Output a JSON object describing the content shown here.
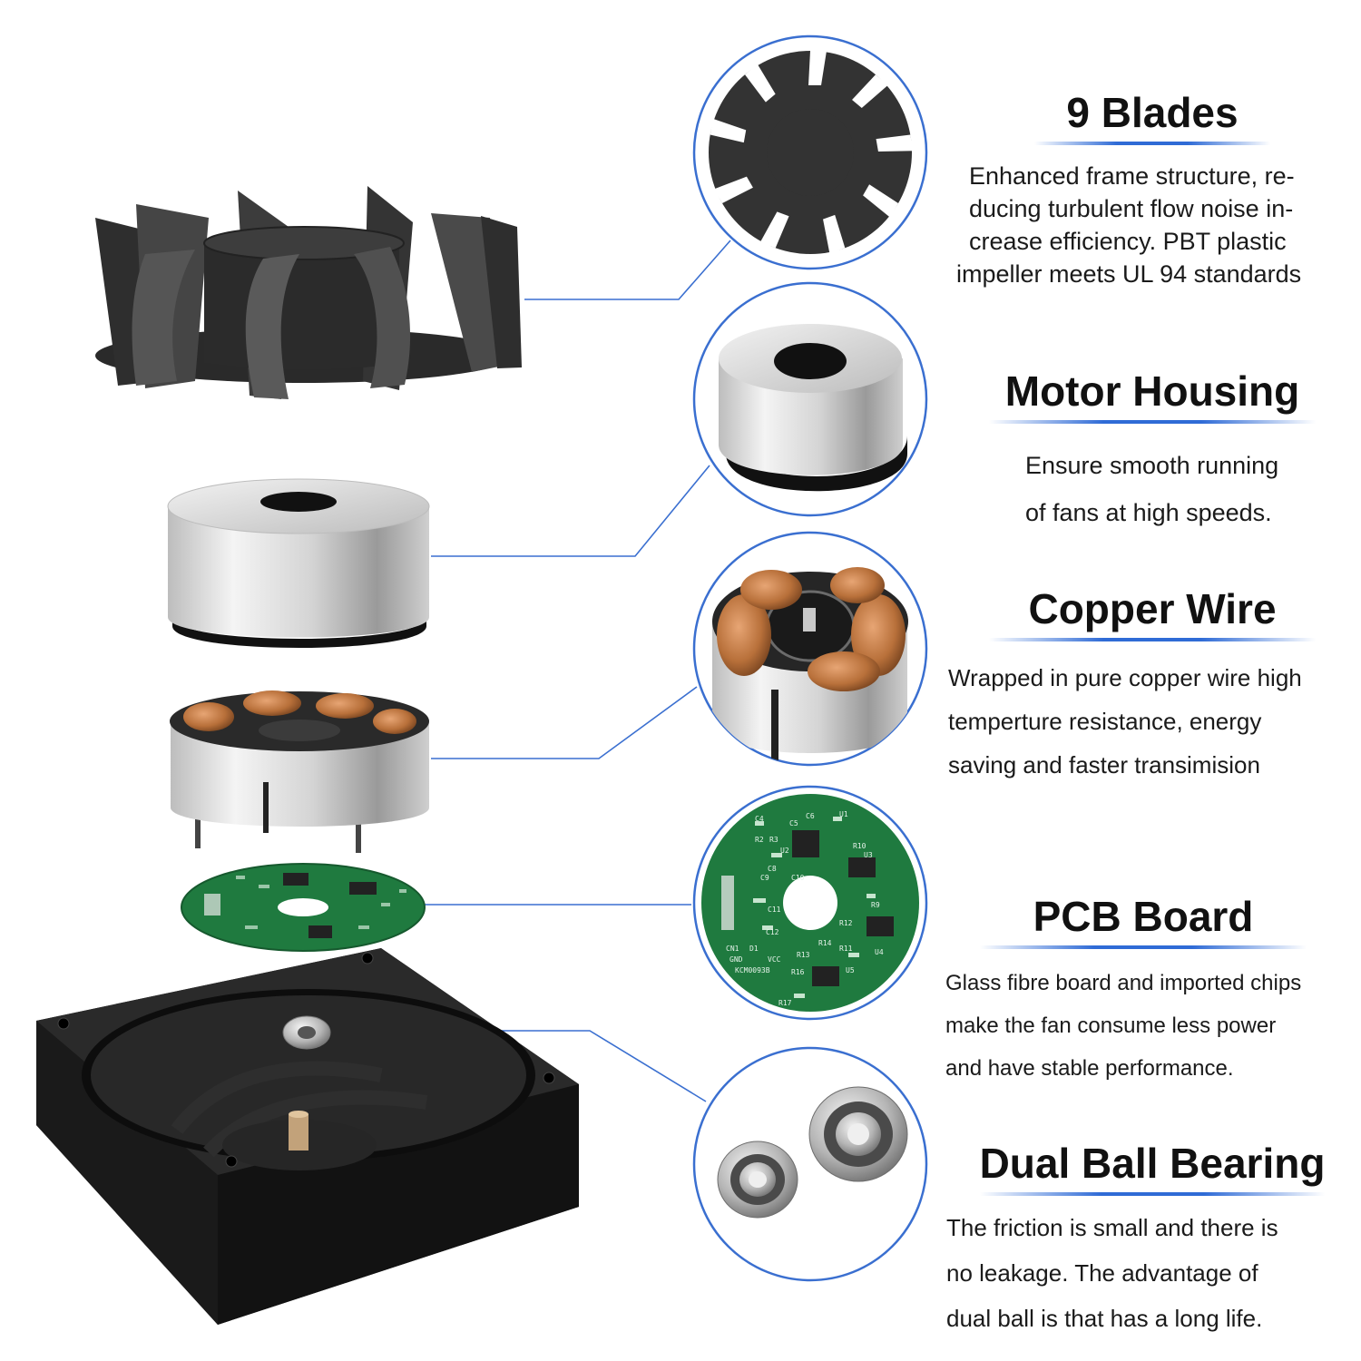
{
  "features": [
    {
      "title": "9 Blades",
      "lines": [
        "Enhanced frame structure, re-",
        "ducing turbulent flow noise in-",
        "crease efficiency. PBT plastic",
        "impeller meets UL 94 standards"
      ]
    },
    {
      "title": "Motor Housing",
      "lines": [
        "Ensure smooth running",
        "of fans at high speeds."
      ]
    },
    {
      "title": "Copper Wire",
      "lines": [
        "Wrapped in pure copper wire high",
        "temperture resistance, energy",
        "saving and faster transimision"
      ]
    },
    {
      "title": "PCB Board",
      "lines": [
        "Glass fibre board and imported chips",
        "make the fan consume less power",
        "and have stable performance."
      ]
    },
    {
      "title": "Dual Ball Bearing",
      "lines": [
        "The friction is small and there is",
        "no leakage. The advantage of",
        "dual ball is that has a long life."
      ]
    }
  ],
  "pcb_marks": [
    "C4",
    "C5",
    "C6",
    "U1",
    "R2",
    "R3",
    "U2",
    "R10",
    "U3",
    "C8",
    "C9",
    "C10",
    "C11",
    "R9",
    "C12",
    "R12",
    "CN1",
    "D1",
    "R13",
    "R14",
    "R11",
    "U4",
    "GND",
    "VCC",
    "KCM0093B",
    "R16",
    "U5",
    "R17"
  ],
  "colors": {
    "accent": "#2f6bd6",
    "leader_line": "#3a6fd0",
    "blade": "#3a3a3a",
    "metal": "#d9d9d9",
    "pcb": "#1f7a3f",
    "copper": "#b8703a",
    "frame": "#1c1c1c"
  },
  "icons": [
    "impeller-icon",
    "motor-housing-icon",
    "copper-stator-icon",
    "pcb-board-icon",
    "fan-frame-icon",
    "ball-bearing-icon"
  ]
}
